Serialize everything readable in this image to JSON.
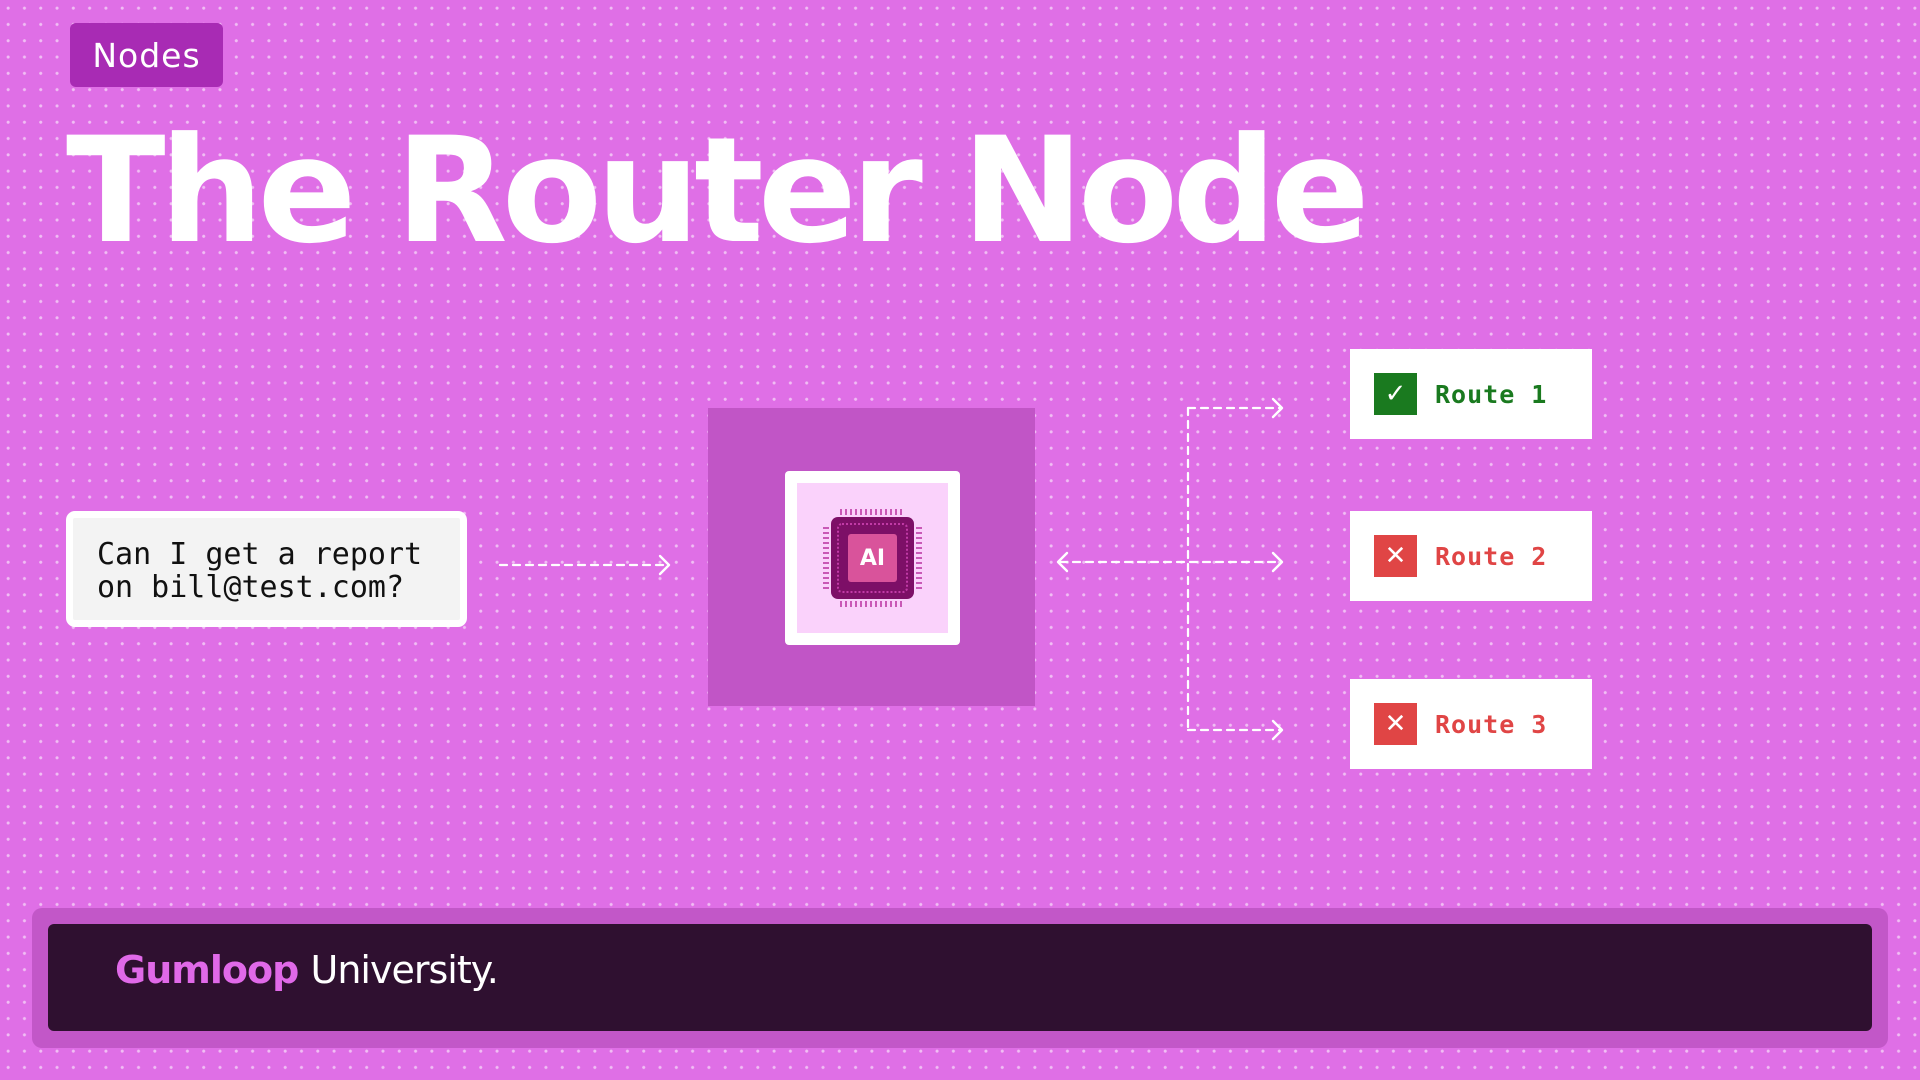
{
  "tag": "Nodes",
  "title": "The Router Node",
  "input_message": "Can I get a report\non bill@test.com?",
  "ai_chip_label": "AI",
  "routes": [
    {
      "label": "Route 1",
      "status": "check-icon",
      "color": "#1a7a1f"
    },
    {
      "label": "Route 2",
      "status": "x-icon",
      "color": "#e04545"
    },
    {
      "label": "Route 3",
      "status": "x-icon",
      "color": "#e04545"
    }
  ],
  "footer": {
    "brand": "Gumloop",
    "suffix": "University."
  },
  "colors": {
    "background": "#df6fe6",
    "tag": "#a82bb4",
    "footer": "#2f1030",
    "brand": "#e069e8"
  }
}
